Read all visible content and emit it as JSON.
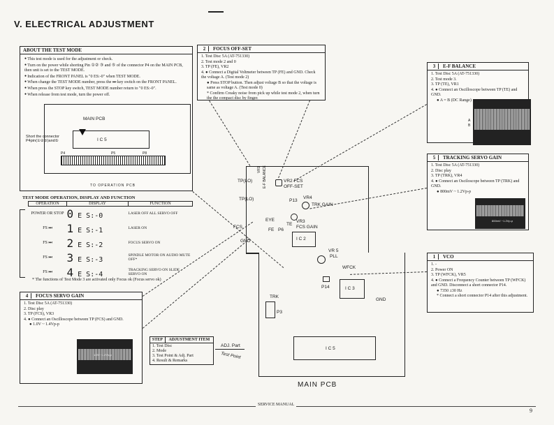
{
  "title": "V. ELECTRICAL ADJUSTMENT",
  "about": {
    "header": "ABOUT THE TEST MODE",
    "bullets": [
      "This test mode is used for the adjustment or check.",
      "Turn on the power while shorting Pin ①② ③ and ⑤ of the connector P4 on the MAIN PCB, then unit is set to the TEST MODE.",
      "Indication of the FRONT PANEL is \"0 ES:-0\" when TEST MODE.",
      "When change the TEST MODE number, press the ⏭ key switch on the FRONT PANEL.",
      "When press the STOP key switch, TEST MODE number return to \"0 ES:-0\".",
      "When release from test mode, turn the power off."
    ],
    "diagram": {
      "main_pcb": "MAIN PCB",
      "short_note": "Short the connector P4pin(①②③)and⑤",
      "ic": "I C 5",
      "p4": "P4",
      "p5": "P5",
      "p8": "P8",
      "op_pcb": "TO OPERATION PCB"
    }
  },
  "test_table": {
    "caption": "TEST MODE OPERATION, DISPLAY AND FUNCTION",
    "headers": [
      "OPERATION",
      "DISPLAY",
      "FUNCTION"
    ],
    "rows": [
      {
        "op": "POWER OR STOP",
        "d1": "0",
        "d2": "E S:-0",
        "fn": "LASER OFF ALL SERVO OFF"
      },
      {
        "op": "FS ⏭",
        "d1": "1",
        "d2": "E S:-1",
        "fn": "LASER ON"
      },
      {
        "op": "FS ⏭",
        "d1": "2",
        "d2": "E S:-2",
        "fn": "FOCUS SERVO ON"
      },
      {
        "op": "FS ⏭",
        "d1": "3",
        "d2": "E S:-3",
        "fn": "SPINDLE MOTOR ON AUDIO MUTE OFF*"
      },
      {
        "op": "FS ⏭",
        "d1": "4",
        "d2": "E S:-4",
        "fn": "TRACKING SERVO ON SLIDE SERVO ON"
      }
    ],
    "note": "* The functions of Test Mode 3 are activated only Focus ok (Focus servo ok)"
  },
  "focus_offset": {
    "num": "2",
    "header": "FOCUS OFF-SET",
    "items": [
      "1. Test Disc 5A (AT-751330)",
      "2. Test mode 2 and 0",
      "3. TP (FE), VR2",
      "4. ● Connect a Digital Voltmeter between TP (FE) and GND. Check the voltage A. (Test mode 2)",
      "● Press STOP button. Then adjust voltage B so that the voltage is same as voltage A. (Test mode 0)",
      "* Confirm Creaky noise from pick up while test mode 2, when turn the the compact disc by finger."
    ]
  },
  "ef_balance": {
    "num": "3",
    "header": "E-F BALANCE",
    "items": [
      "1. Test Disc 5A (AT-751330)",
      "2. Test mode 3.",
      "3. TP (TE), VR1",
      "4. ● Connect an Oscilloscope between TP (TE) and GND.",
      "● A = B (DC Range)"
    ],
    "scope_a": "A",
    "scope_b": "B"
  },
  "tracking_gain": {
    "num": "5",
    "header": "TRACKING SERVO GAIN",
    "items": [
      "1. Test Disc 5A (AT-751330)",
      "2. Disc play",
      "3. TP (TRK), VR4",
      "4. ● Connect an Osciloscope between TP (TRK) and GND.",
      "● 800mV ~ 1.2Vp-p"
    ],
    "scope_text": "800mV ~1.2Vp-p"
  },
  "vco": {
    "num": "1",
    "header": "VCO",
    "items": [
      "1. -",
      "2. Power ON",
      "3. TP (WFCK), VR5",
      "4. ● Connect a Frequency Counter between TP (WFCK) and GND. Disconnect a short connector P14.",
      "● 7350 ±30 Hz",
      "* Connect a short connector P14 after this adjustment."
    ]
  },
  "focus_gain": {
    "num": "4",
    "header": "FOCUS SERVO GAIN",
    "items": [
      "1. Test Disc 5A (AT-751330)",
      "2. Disc play",
      "3. TP (FCS), VR3",
      "4. ● Connect an Oscilloscope between TP (FCS) and GND.",
      "● 1.0V ~ 1.4Vp-p"
    ],
    "scope_text": "1.0V ~1.4Vp-p"
  },
  "step": {
    "headers": [
      "STEP",
      "ADJUSTMENT ITEM"
    ],
    "items": [
      "1. Test Disc",
      "2. Mode",
      "3. Test Point & Adj. Part",
      "4. Result & Remarks"
    ],
    "adj_part": "ADJ. Part",
    "test_point": "Test Point"
  },
  "pcb_labels": {
    "tplo": "TP(LO)",
    "tpl0": "TP(LO)",
    "vr1": "VR1",
    "efbal": "E-F BALANCE",
    "vr2": "VR2 FCS",
    "offset": "OFF-SET",
    "vr4": "VR4",
    "trkgain": "TRK GAIN",
    "p13": "P13",
    "eye": "EYE",
    "fcs": "FCS",
    "gnd1": "GND",
    "fe": "FE",
    "p6": "P6",
    "te": "TE",
    "vr3": "VR3",
    "fcsgain": "FCS GAIN",
    "ic2": "I C 2",
    "vr5": "VR 5",
    "pll": "PLL",
    "wfck": "WFCK",
    "p14": "P14",
    "ic3": "I C 3",
    "gnd2": "GND",
    "trk": "TRK",
    "p3": "P3",
    "ic5": "I C 5",
    "main_pcb": "MAIN PCB"
  },
  "footer": {
    "manual": "SERVICE MANUAL",
    "page": "9"
  }
}
